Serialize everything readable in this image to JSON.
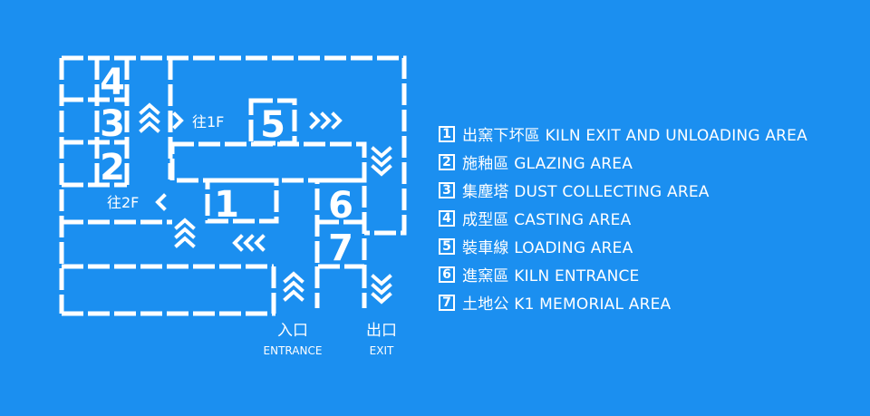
{
  "colors": {
    "background": "#1b8ff0",
    "foreground": "#ffffff"
  },
  "map": {
    "zones": [
      {
        "number": "1"
      },
      {
        "number": "2"
      },
      {
        "number": "3"
      },
      {
        "number": "4"
      },
      {
        "number": "5"
      },
      {
        "number": "6"
      },
      {
        "number": "7"
      }
    ],
    "floor_links": {
      "to_1f": "往1F",
      "to_2f": "往2F"
    },
    "entrance": {
      "label_zh": "入口",
      "label_en": "ENTRANCE"
    },
    "exit": {
      "label_zh": "出口",
      "label_en": "EXIT"
    },
    "arrow_icons": [
      "chevron-up-icon",
      "chevron-right-icon",
      "chevron-down-icon",
      "chevron-left-icon"
    ]
  },
  "legend": [
    {
      "number": "1",
      "zh": "出窯下坏區",
      "en": "KILN EXIT AND UNLOADING AREA"
    },
    {
      "number": "2",
      "zh": "施釉區",
      "en": "GLAZING AREA"
    },
    {
      "number": "3",
      "zh": "集塵塔",
      "en": "DUST COLLECTING AREA"
    },
    {
      "number": "4",
      "zh": "成型區",
      "en": "CASTING AREA"
    },
    {
      "number": "5",
      "zh": "裝車線",
      "en": "LOADING AREA"
    },
    {
      "number": "6",
      "zh": "進窯區",
      "en": "KILN ENTRANCE"
    },
    {
      "number": "7",
      "zh": "土地公",
      "en": "K1 MEMORIAL AREA"
    }
  ]
}
